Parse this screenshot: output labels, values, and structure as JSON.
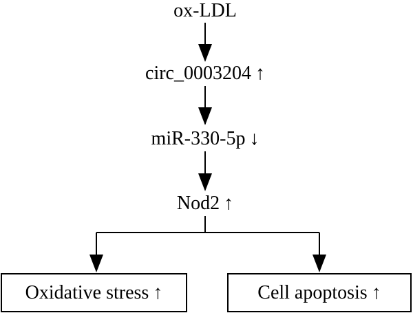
{
  "nodes": {
    "ox_ldl": {
      "text": "ox-LDL",
      "arrow": ""
    },
    "circ": {
      "text": "circ_0003204",
      "arrow": "↑"
    },
    "mir": {
      "text": "miR-330-5p",
      "arrow": "↓"
    },
    "nod2": {
      "text": "Nod2",
      "arrow": "↑"
    },
    "oxidative": {
      "text": "Oxidative stress",
      "arrow": "↑"
    },
    "apoptosis": {
      "text": "Cell apoptosis",
      "arrow": "↑"
    }
  },
  "colors": {
    "line": "#000000",
    "background": "#ffffff"
  }
}
